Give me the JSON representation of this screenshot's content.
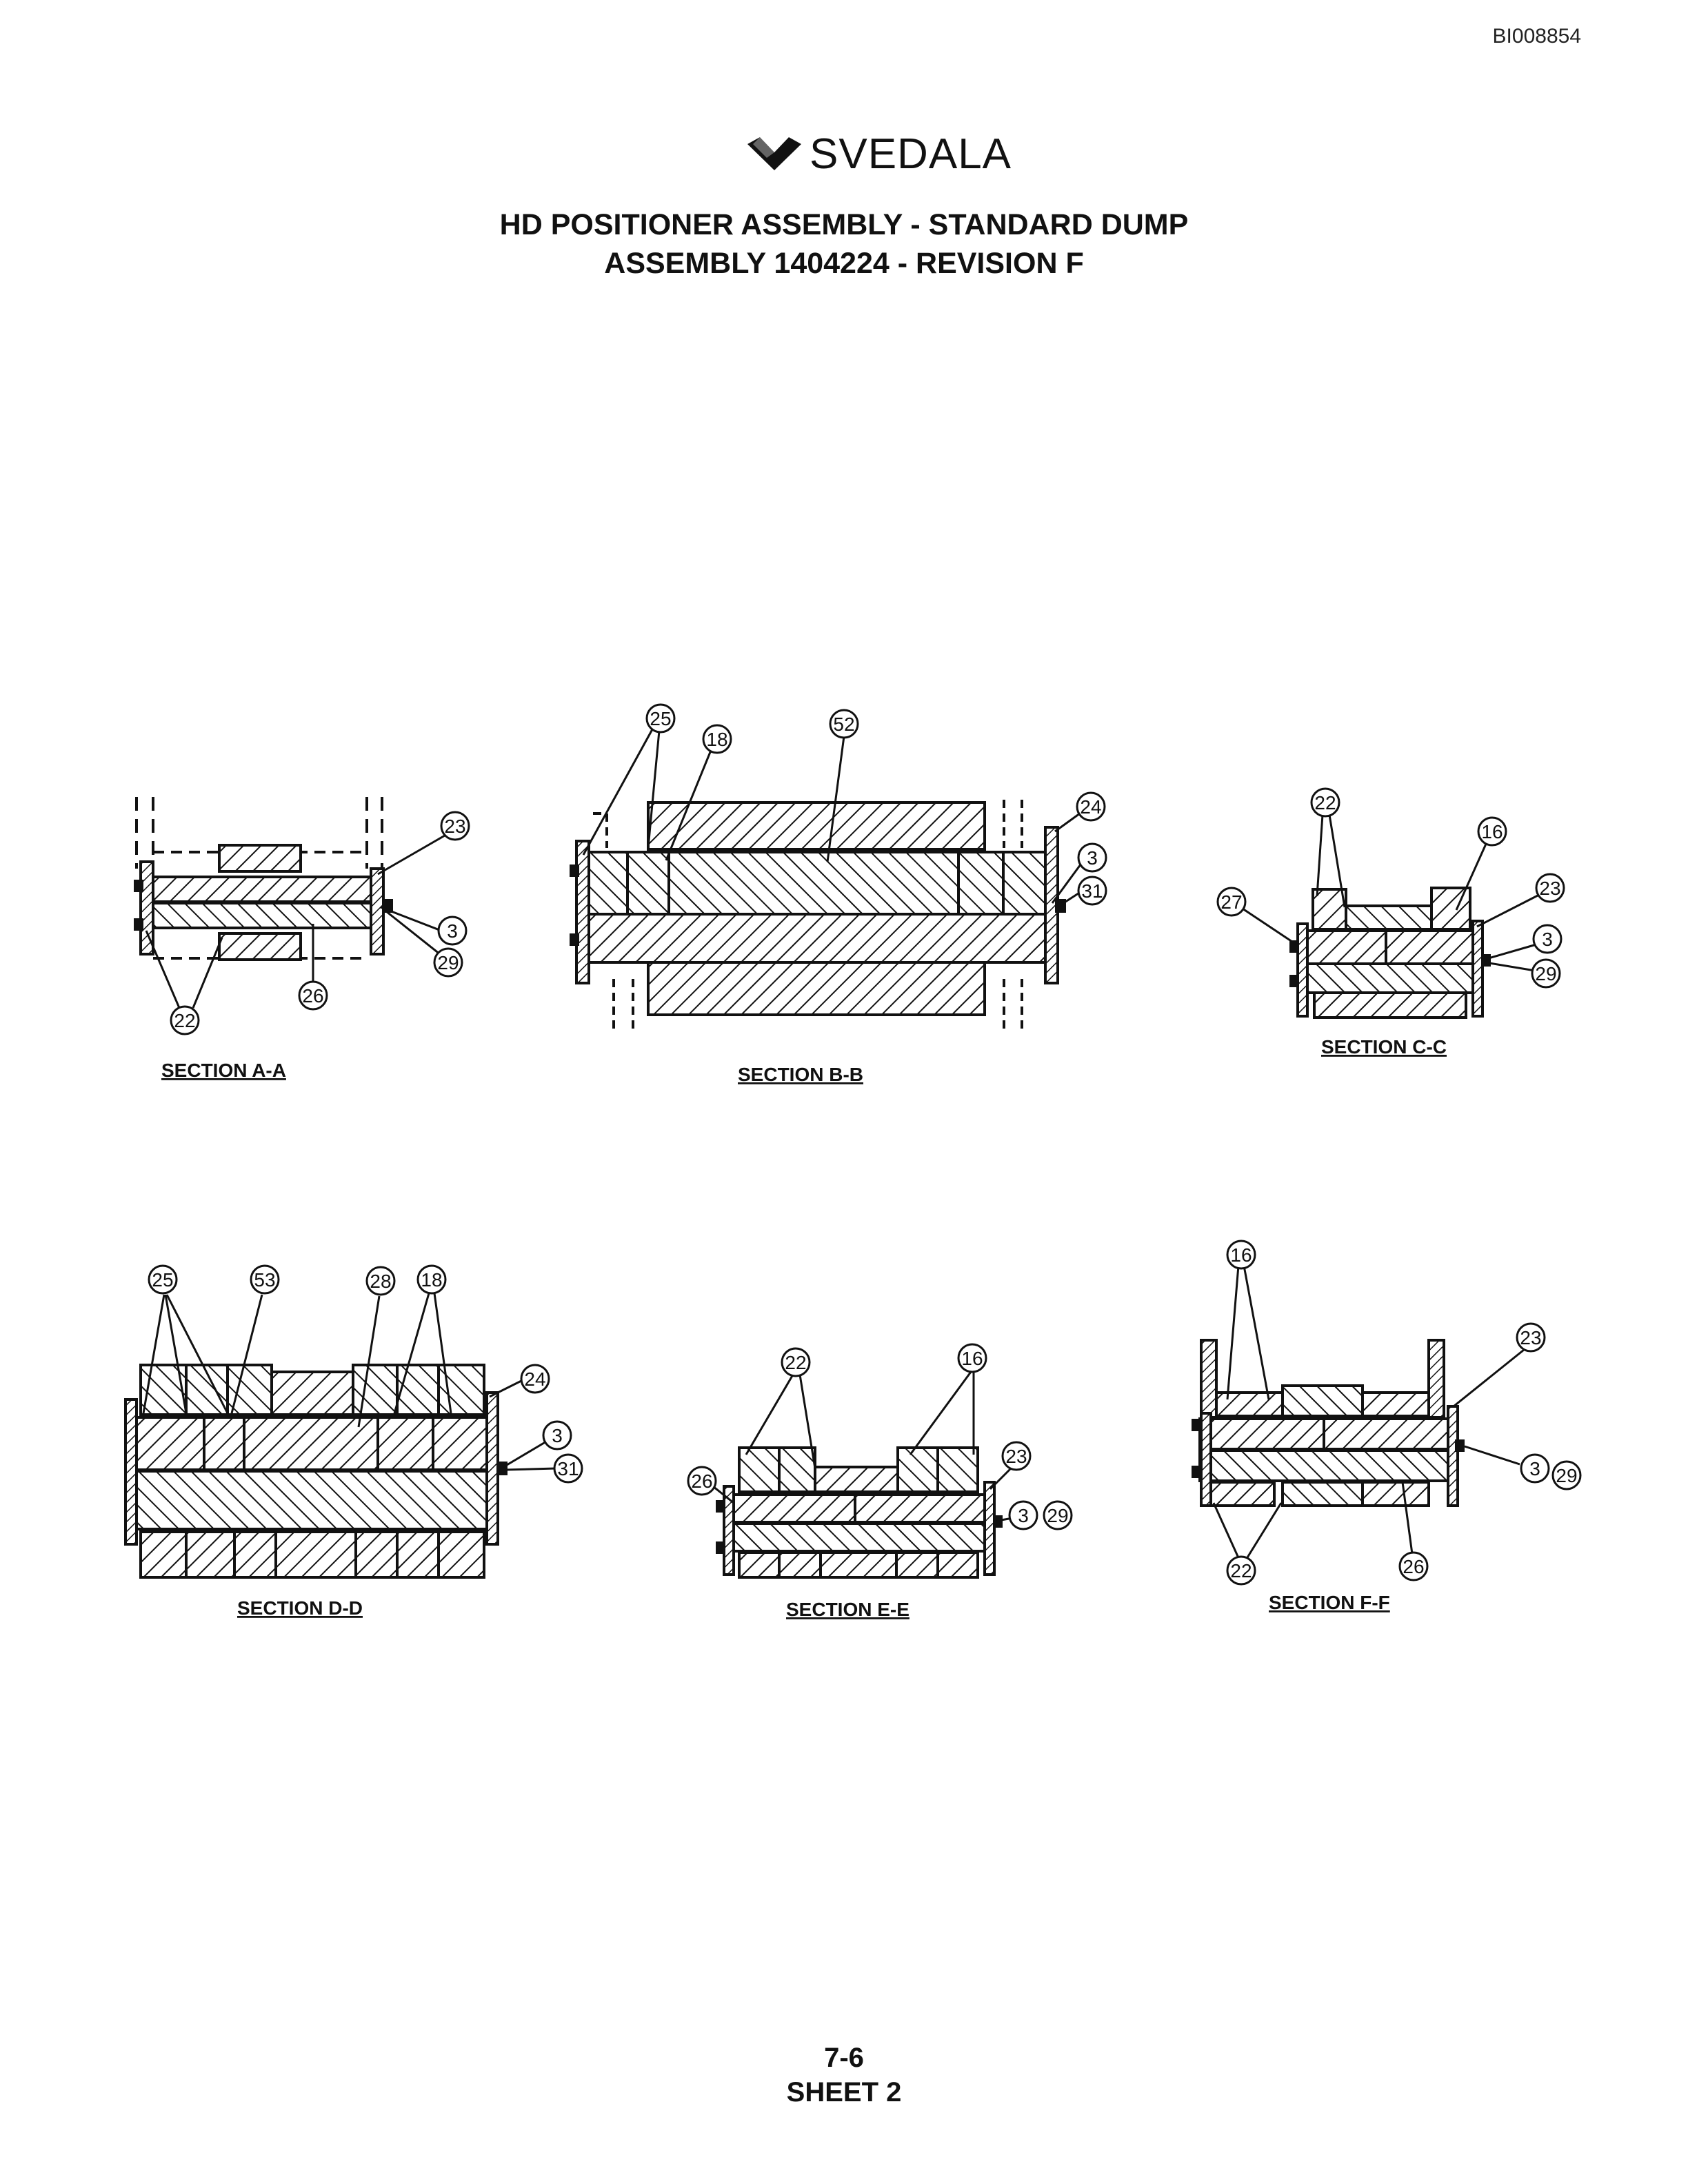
{
  "doc_id": "BI008854",
  "logo": {
    "text": "SVEDALA",
    "mark": "svedala-logo-mark"
  },
  "title": {
    "line1": "HD POSITIONER ASSEMBLY - STANDARD DUMP",
    "line2": "ASSEMBLY 1404224 - REVISION F"
  },
  "sections": [
    {
      "label": "SECTION A-A",
      "balloons": [
        "23",
        "3",
        "29",
        "22",
        "26"
      ]
    },
    {
      "label": "SECTION B-B",
      "balloons": [
        "25",
        "18",
        "52",
        "24",
        "3",
        "31"
      ]
    },
    {
      "label": "SECTION C-C",
      "balloons": [
        "22",
        "16",
        "27",
        "23",
        "3",
        "29"
      ]
    },
    {
      "label": "SECTION D-D",
      "balloons": [
        "25",
        "53",
        "28",
        "18",
        "24",
        "3",
        "31"
      ]
    },
    {
      "label": "SECTION E-E",
      "balloons": [
        "22",
        "16",
        "26",
        "23",
        "3",
        "29"
      ]
    },
    {
      "label": "SECTION F-F",
      "balloons": [
        "16",
        "23",
        "3",
        "29",
        "22",
        "26"
      ]
    }
  ],
  "footer": {
    "page": "7-6",
    "sheet": "SHEET 2"
  }
}
